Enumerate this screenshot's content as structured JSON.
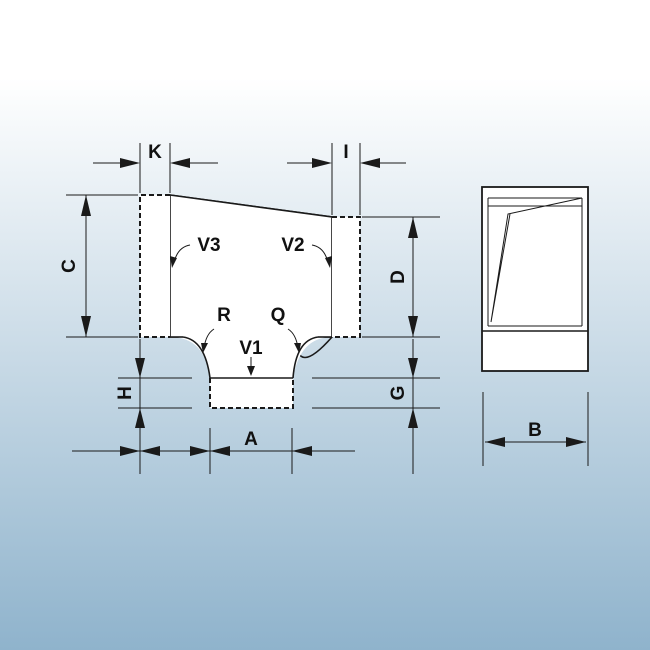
{
  "labels": {
    "K": "K",
    "I": "I",
    "C": "C",
    "D": "D",
    "V3": "V3",
    "V2": "V2",
    "R": "R",
    "Q": "Q",
    "V1": "V1",
    "H": "H",
    "G": "G",
    "A": "A",
    "B": "B"
  },
  "colors": {
    "background_top": "#ffffff",
    "background_bottom": "#8fb3cc",
    "line": "#1a1a1a",
    "part_fill": "#ffffff"
  }
}
